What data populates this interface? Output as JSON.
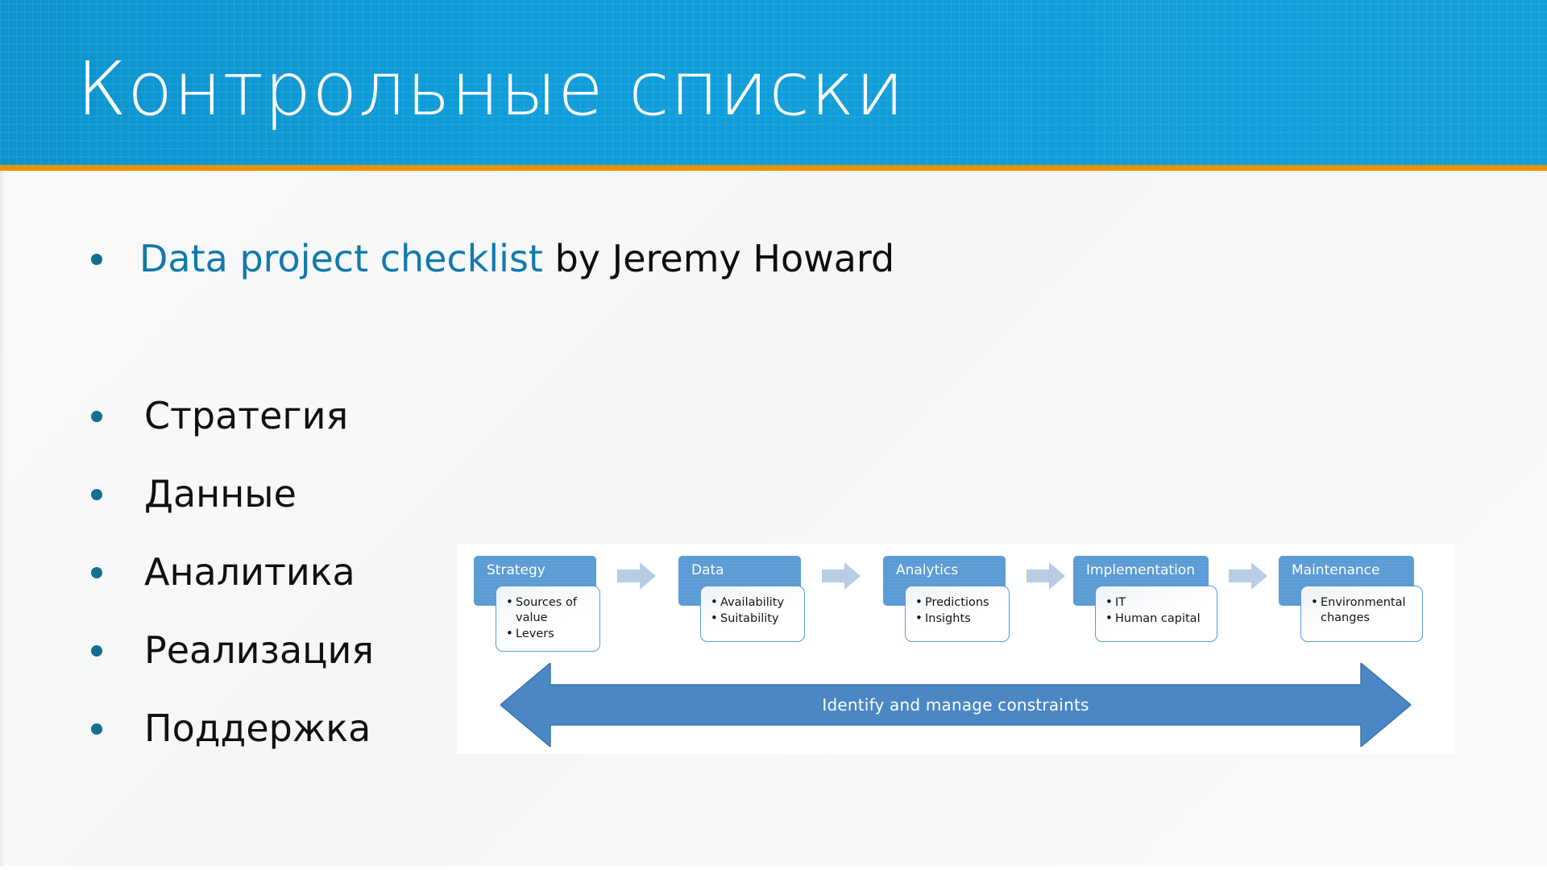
{
  "slide": {
    "title": "Контрольные списки",
    "banner_color": "#0d9ad6",
    "accent_underline_color": "#ef9100",
    "body_background": "#f8f8f9"
  },
  "content": {
    "lead_bullet": {
      "link_text": "Data project checklist",
      "link_color": "#1179ad",
      "rest_text": " by Jeremy Howard"
    },
    "bullets": [
      {
        "label": "Стратегия"
      },
      {
        "label": "Данные"
      },
      {
        "label": "Аналитика"
      },
      {
        "label": "Реализация"
      },
      {
        "label": "Поддержка"
      }
    ],
    "bullet_dot_color": "#11708d"
  },
  "diagram": {
    "header_color": "#5b9bd5",
    "arrow_color": "#b8cce4",
    "constraint_arrow_color": "#4a87c4",
    "stages": [
      {
        "title": "Strategy",
        "items": [
          "Sources of value",
          "Levers"
        ]
      },
      {
        "title": "Data",
        "items": [
          "Availability",
          "Suitability"
        ]
      },
      {
        "title": "Analytics",
        "items": [
          "Predictions",
          "Insights"
        ]
      },
      {
        "title": "Implementation",
        "items": [
          "IT",
          "Human capital"
        ]
      },
      {
        "title": "Maintenance",
        "items": [
          "Environmental changes"
        ]
      }
    ],
    "constraint_label": "Identify and manage constraints"
  }
}
